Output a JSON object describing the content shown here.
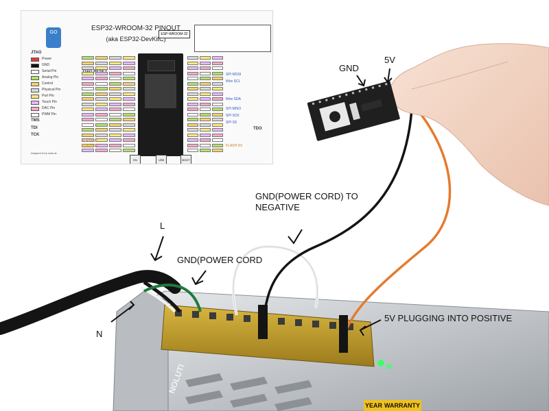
{
  "photo": {
    "description_free": true
  },
  "pinout": {
    "title": "ESP32-WROOM-32 PINOUT",
    "subtitle": "(aka ESP32-DevKitC)",
    "logo_text": "GO",
    "part_tag": "ESP-WROOM-32",
    "legend_header": "JTAG",
    "legend": [
      {
        "label": "Power",
        "color": "#e53935"
      },
      {
        "label": "GND",
        "color": "#111111"
      },
      {
        "label": "Serial Pin",
        "color": "#ffffff"
      },
      {
        "label": "Analog Pin",
        "color": "#b6df6a"
      },
      {
        "label": "Control",
        "color": "#f5d26e"
      },
      {
        "label": "Physical Pin",
        "color": "#d9d9d9"
      },
      {
        "label": "Port Pin",
        "color": "#ffe97a"
      },
      {
        "label": "Touch Pin",
        "color": "#e6b8ff"
      },
      {
        "label": "DAC Pin",
        "color": "#f7a8c8"
      },
      {
        "label": "PWM Pin",
        "color": "#ffffff"
      }
    ],
    "jtag_reset": "JTAG RESET",
    "tms": "TMS",
    "tdi": "TDI",
    "tck": "TCK",
    "tdo": "TDO",
    "right_labels": [
      "SPI MOSI",
      "Wire SCL",
      "Wire SDA",
      "SPI MISO",
      "SPI SCK",
      "SPI SS"
    ],
    "flash_labels": [
      "FLASH D1",
      "FLASH D2",
      "FLASH D3"
    ],
    "buttons": [
      "EN",
      "USB",
      "BOOT"
    ],
    "links_header": "Adapted from data at:"
  },
  "annotations": {
    "gnd_top": "GND",
    "v5_top": "5V",
    "gnd_power_cord_negative": "GND(POWER CORD) TO NEGATIVE",
    "l": "L",
    "gnd_power_cord": "GND(POWER CORD",
    "n": "N",
    "v5_plugging": "5V PLUGGING INTO POSITIVE"
  },
  "psu": {
    "brand_fragment": "NOLUTI",
    "warranty_left": "YEAR",
    "warranty_right": "WARRANTY"
  },
  "colors": {
    "wire_black": "#141414",
    "wire_orange": "#e57a2e",
    "wire_white": "#f2f2f2",
    "wire_green": "#1f7a3e",
    "psu_metal": "#c9ccd0",
    "terminal_yellow": "#c9a52a",
    "skin": "#f3d7c8",
    "board_dark": "#1f1f1f",
    "led_green": "#3cff6a"
  }
}
